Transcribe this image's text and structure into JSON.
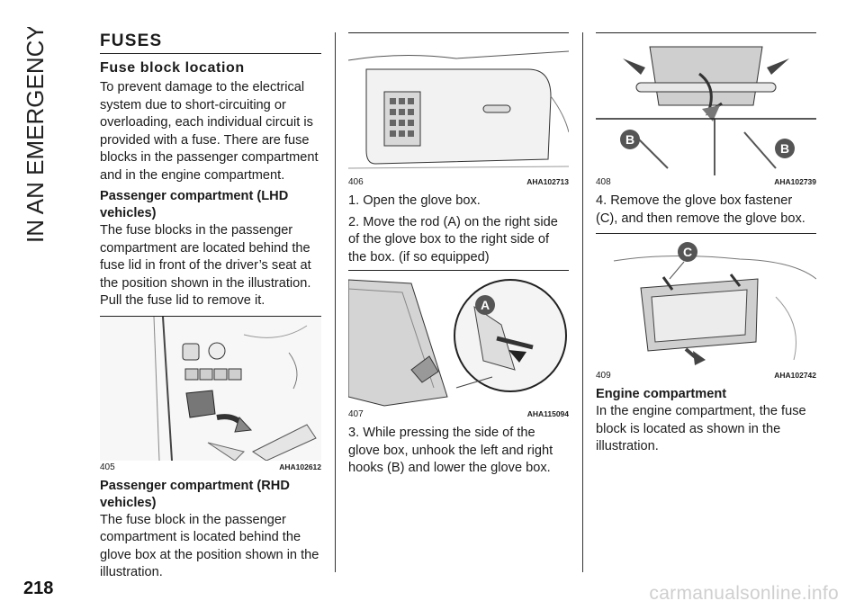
{
  "sidebar": {
    "chapter": "IN AN EMERGENCY"
  },
  "page_number": "218",
  "watermark": "carmanualsonline.info",
  "section": {
    "title": "FUSES",
    "subtitle": "Fuse block location",
    "intro": "To prevent damage to the electrical system due to short-circuiting or overloading, each individual circuit is provided with a fuse. There are fuse blocks in the passenger compartment and in the engine compartment."
  },
  "lhd": {
    "heading": "Passenger compartment (LHD vehicles)",
    "text": "The fuse blocks in the passenger compartment are located behind the fuse lid in front of the driver’s seat at the position shown in the illustration. Pull the fuse lid to remove it."
  },
  "rhd": {
    "heading": "Passenger compartment (RHD vehicles)",
    "text": "The fuse block in the passenger compartment is located behind the glove box at the position shown in the illustration."
  },
  "figures": {
    "f405": {
      "num": "405",
      "code": "AHA102612"
    },
    "f406": {
      "num": "406",
      "code": "AHA102713"
    },
    "f407": {
      "num": "407",
      "code": "AHA115094",
      "callout": "A"
    },
    "f408": {
      "num": "408",
      "code": "AHA102739",
      "callout_left": "B",
      "callout_right": "B"
    },
    "f409": {
      "num": "409",
      "code": "AHA102742",
      "callout": "C"
    }
  },
  "steps": {
    "s1": "1. Open the glove box.",
    "s2": "2. Move the rod (A) on the right side of the glove box to the right side of the box. (if so equipped)",
    "s3": "3. While pressing the side of the glove box, unhook the left and right hooks (B) and lower the glove box.",
    "s4": "4. Remove the glove box fastener (C), and then remove the glove box."
  },
  "engine": {
    "heading": "Engine compartment",
    "text": "In the engine compartment, the fuse block is located as shown in the illustration."
  }
}
